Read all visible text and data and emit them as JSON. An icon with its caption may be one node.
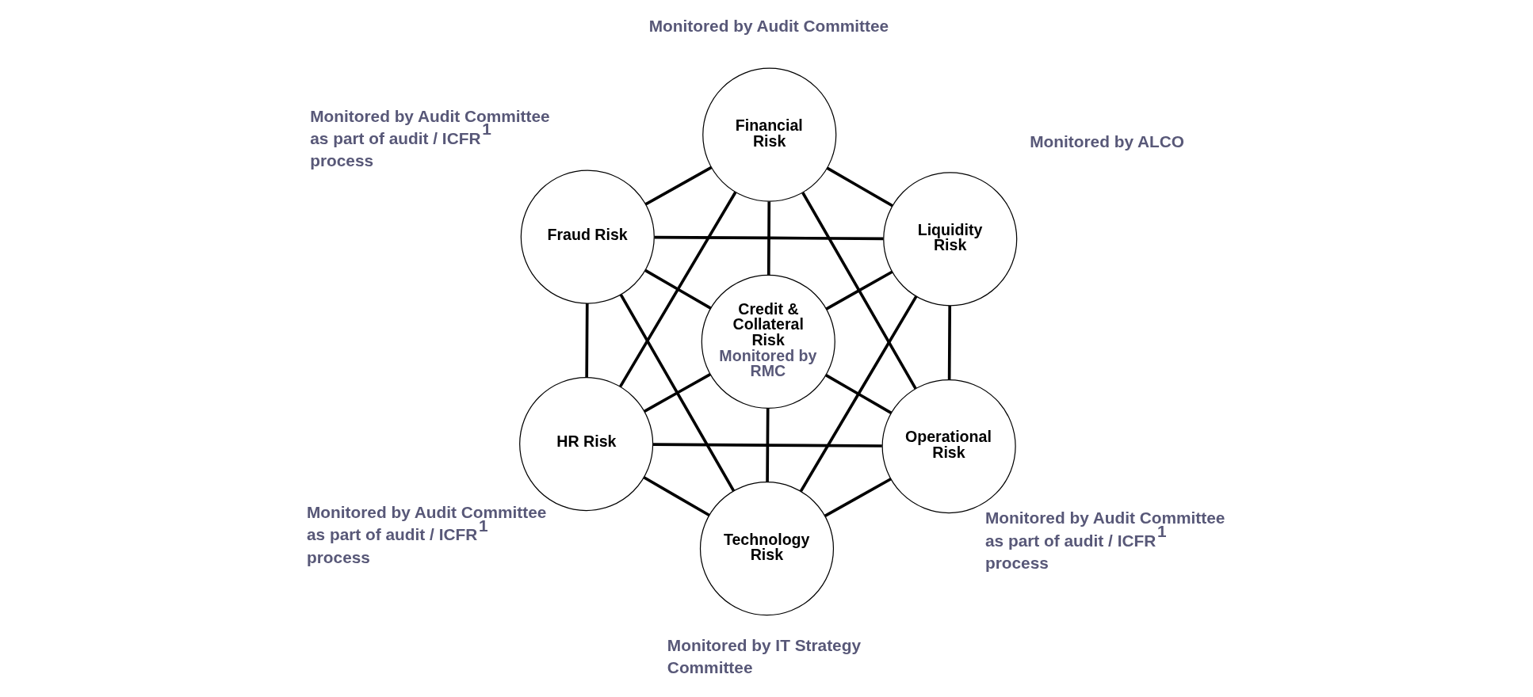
{
  "diagram": {
    "nodes": [
      {
        "text": [
          "Financial Risk"
        ],
        "beside": [
          "Monitored by Audit Committee"
        ]
      },
      {
        "text": [
          "Fraud Risk"
        ],
        "beside": [
          "Monitored by Audit Committee as part of audit / ICFR$^{1}$ process"
        ]
      },
      {
        "text": [
          "Liquidity Risk"
        ],
        "beside": [
          "Monitored by ALCO"
        ]
      },
      {
        "text": [
          "Credit & Collateral Risk",
          "Monitored by RMC"
        ]
      },
      {
        "text": [
          "HR Risk"
        ],
        "beside": [
          "Monitored by Audit Committee as part of audit / ICFR$^{1}$ process"
        ]
      },
      {
        "text": [
          "Operational Risk"
        ],
        "beside": [
          "Monitored by Audit Committee as part of audit / ICFR$^{1}$ process"
        ]
      },
      {
        "text": [
          "Technology Risk"
        ],
        "beside": [
          "Monitored by IT Strategy Committee"
        ]
      }
    ],
    "edges": [
      {
        "from": 0,
        "to": 2,
        "arrow": "none"
      },
      {
        "from": 2,
        "to": 5,
        "arrow": "none"
      },
      {
        "from": 5,
        "to": 6,
        "arrow": "none"
      },
      {
        "from": 6,
        "to": 4,
        "arrow": "none"
      },
      {
        "from": 4,
        "to": 1,
        "arrow": "none"
      },
      {
        "from": 1,
        "to": 0,
        "arrow": "none"
      },
      {
        "from": 1,
        "to": 2,
        "arrow": "none"
      },
      {
        "from": 4,
        "to": 5,
        "arrow": "none"
      },
      {
        "from": 0,
        "to": 4,
        "arrow": "none"
      },
      {
        "from": 0,
        "to": 5,
        "arrow": "none"
      },
      {
        "from": 1,
        "to": 6,
        "arrow": "none"
      },
      {
        "from": 2,
        "to": 6,
        "arrow": "none"
      },
      {
        "from": 3,
        "to": 0,
        "arrow": "none"
      },
      {
        "from": 3,
        "to": 2,
        "arrow": "none"
      },
      {
        "from": 3,
        "to": 5,
        "arrow": "none"
      },
      {
        "from": 3,
        "to": 6,
        "arrow": "none"
      },
      {
        "from": 3,
        "to": 4,
        "arrow": "none"
      },
      {
        "from": 3,
        "to": 1,
        "arrow": "none"
      }
    ]
  }
}
